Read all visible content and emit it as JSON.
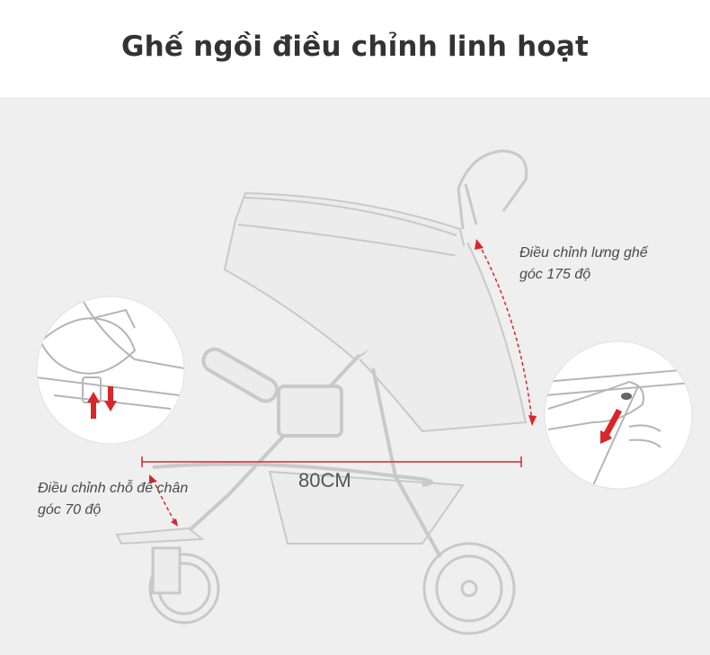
{
  "header": {
    "title": "Ghế ngồi điều chỉnh linh hoạt"
  },
  "annotations": {
    "backrest": {
      "line1": "Điều chỉnh lưng ghế",
      "line2": "góc 175 độ"
    },
    "footrest": {
      "line1": "Điều chỉnh chỗ để chân",
      "line2": "góc 70 độ"
    },
    "measurement": "80CM"
  },
  "colors": {
    "accent": "#d9262b",
    "panel": "#efefef",
    "line": "#c8c8c8"
  },
  "icons": [
    "stroller-illustration",
    "backrest-adjust-detail",
    "footrest-adjust-detail",
    "up-down-arrow-icon",
    "down-arrow-icon"
  ]
}
